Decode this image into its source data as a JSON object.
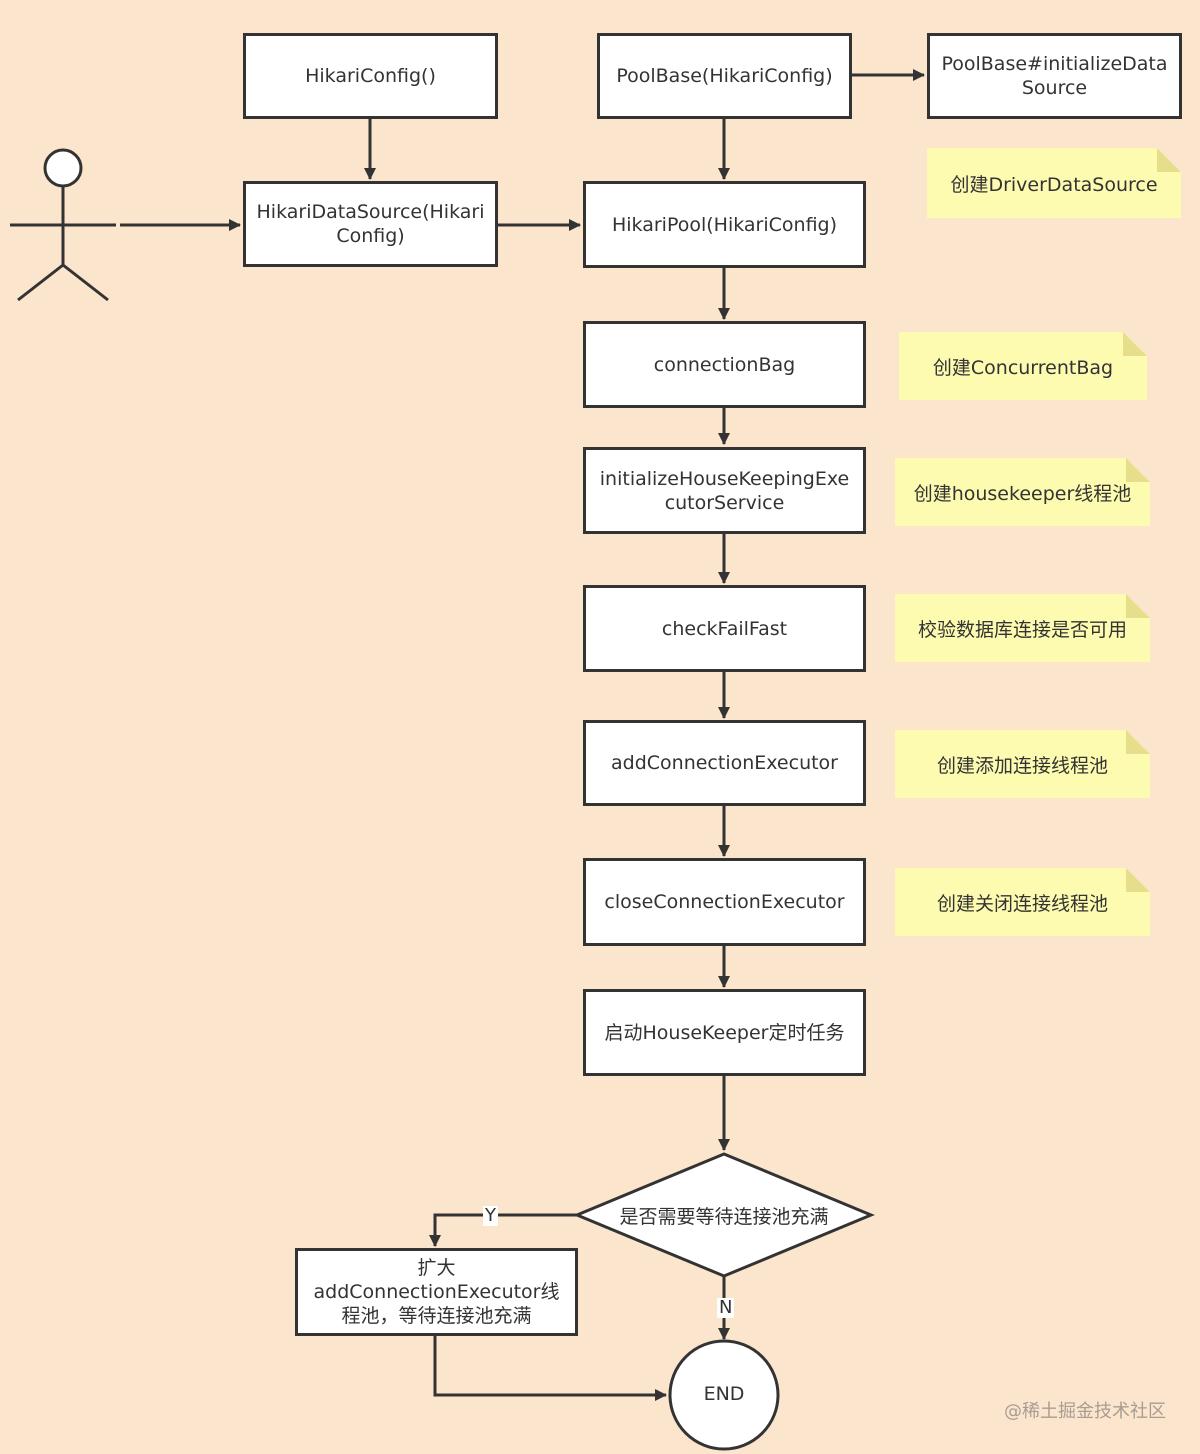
{
  "nodes": {
    "hikari_config": "HikariConfig()",
    "hikari_data_source": "HikariDataSource(Hikari Config)",
    "pool_base": "PoolBase(HikariConfig)",
    "pool_base_init": "PoolBase#initializeData Source",
    "hikari_pool": "HikariPool(HikariConfig)",
    "connection_bag": "connectionBag",
    "init_housekeeping": "initializeHouseKeepingExe cutorService",
    "check_fail_fast": "checkFailFast",
    "add_connection_executor": "addConnectionExecutor",
    "close_connection_executor": "closeConnectionExecutor",
    "start_housekeeper": "启动HouseKeeper定时任务",
    "decision": "是否需要等待连接池充满",
    "expand": "扩大addConnectionExecutor线程池，等待连接池充满",
    "end": "END"
  },
  "notes": {
    "driver_data_source": "创建DriverDataSource",
    "concurrent_bag": "创建ConcurrentBag",
    "housekeeper": "创建housekeeper线程池",
    "verify_db": "校验数据库连接是否可用",
    "add_pool": "创建添加连接线程池",
    "close_pool": "创建关闭连接线程池"
  },
  "edge_labels": {
    "yes": "Y",
    "no": "N"
  },
  "watermark": "@稀土掘金技术社区"
}
